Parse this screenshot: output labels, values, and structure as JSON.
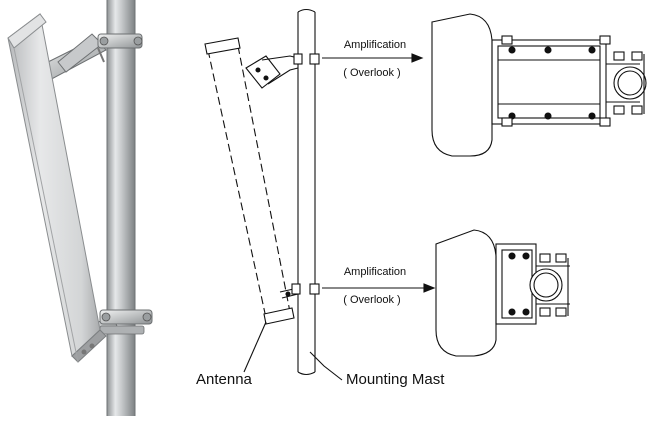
{
  "labels": {
    "amplification_top": "Amplification",
    "overlook_top": "( Overlook )",
    "amplification_bottom": "Amplification",
    "overlook_bottom": "( Overlook )",
    "antenna": "Antenna",
    "mounting_mast": "Mounting Mast"
  },
  "colors": {
    "background": "#ffffff",
    "line": "#111111",
    "antenna_body": "#d8d8d8",
    "mast_metal": "#b9bcbe"
  }
}
